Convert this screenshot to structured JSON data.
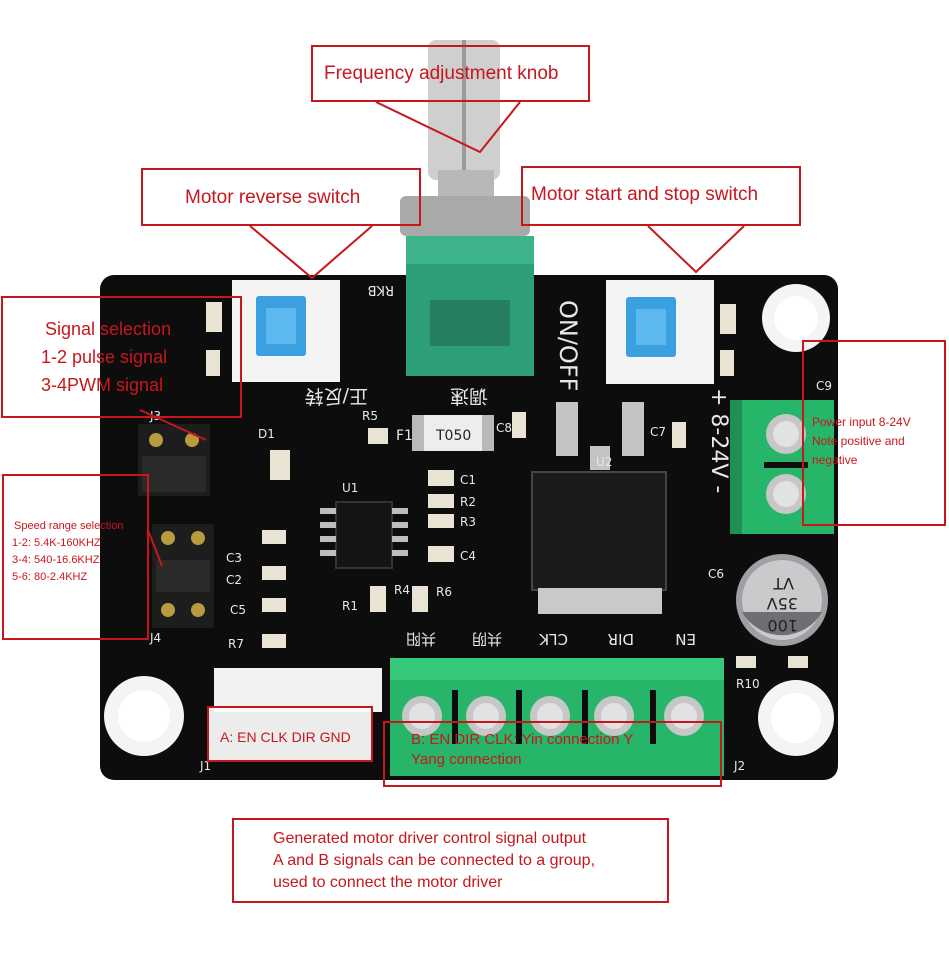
{
  "callouts": {
    "frequency_knob": "Frequency adjustment knob",
    "reverse_switch": "Motor reverse switch",
    "start_stop_switch": "Motor start and stop switch",
    "signal_selection": {
      "title": "Signal selection",
      "line1": "1-2 pulse signal",
      "line2": "3-4PWM signal"
    },
    "speed_range": {
      "title": "Speed range selection",
      "line1": "1-2: 5.4K-160KHZ",
      "line2": "3-4: 540-16.6KHZ",
      "line3": "5-6: 80-2.4KHZ"
    },
    "power_input": {
      "line1": "Power input 8-24V",
      "line2": "Note positive and",
      "line3": "negative"
    },
    "port_a": "A: EN CLK DIR GND",
    "port_b": {
      "line1": "B: EN DIR CLK: Yin connection Y",
      "line2": "Yang connection"
    },
    "bottom_note": {
      "line1": "Generated motor driver control signal output",
      "line2": "A and B signals can be connected to a group,",
      "line3": "used to connect the motor driver"
    }
  },
  "board_labels": {
    "rkb": "RKB",
    "on_off": "ON/OFF",
    "cn_forward_reverse": "正/反转",
    "cn_speed": "调速",
    "power_silk": "+ 8-24V -",
    "fuse_code": "T050",
    "fuse": "F1",
    "cap_marking_1": "VT",
    "cap_marking_2": "35V",
    "cap_marking_3": "100",
    "cap_ref": "C6",
    "terminal_labels": [
      "EN",
      "DIR",
      "CLK",
      "共阴",
      "共阳"
    ],
    "refs": [
      "J3",
      "J4",
      "J1",
      "J2",
      "D1",
      "U1",
      "U2",
      "R5",
      "C8",
      "C7",
      "C1",
      "R2",
      "R3",
      "C4",
      "R1",
      "R4",
      "R6",
      "C5",
      "R7",
      "R10",
      "C3",
      "C2",
      "C9"
    ]
  },
  "colors": {
    "callout_red": "#c8161d",
    "pcb": "#0d0d0d",
    "terminal_green": "#27b56a",
    "switch_blue": "#3aa0e0"
  }
}
